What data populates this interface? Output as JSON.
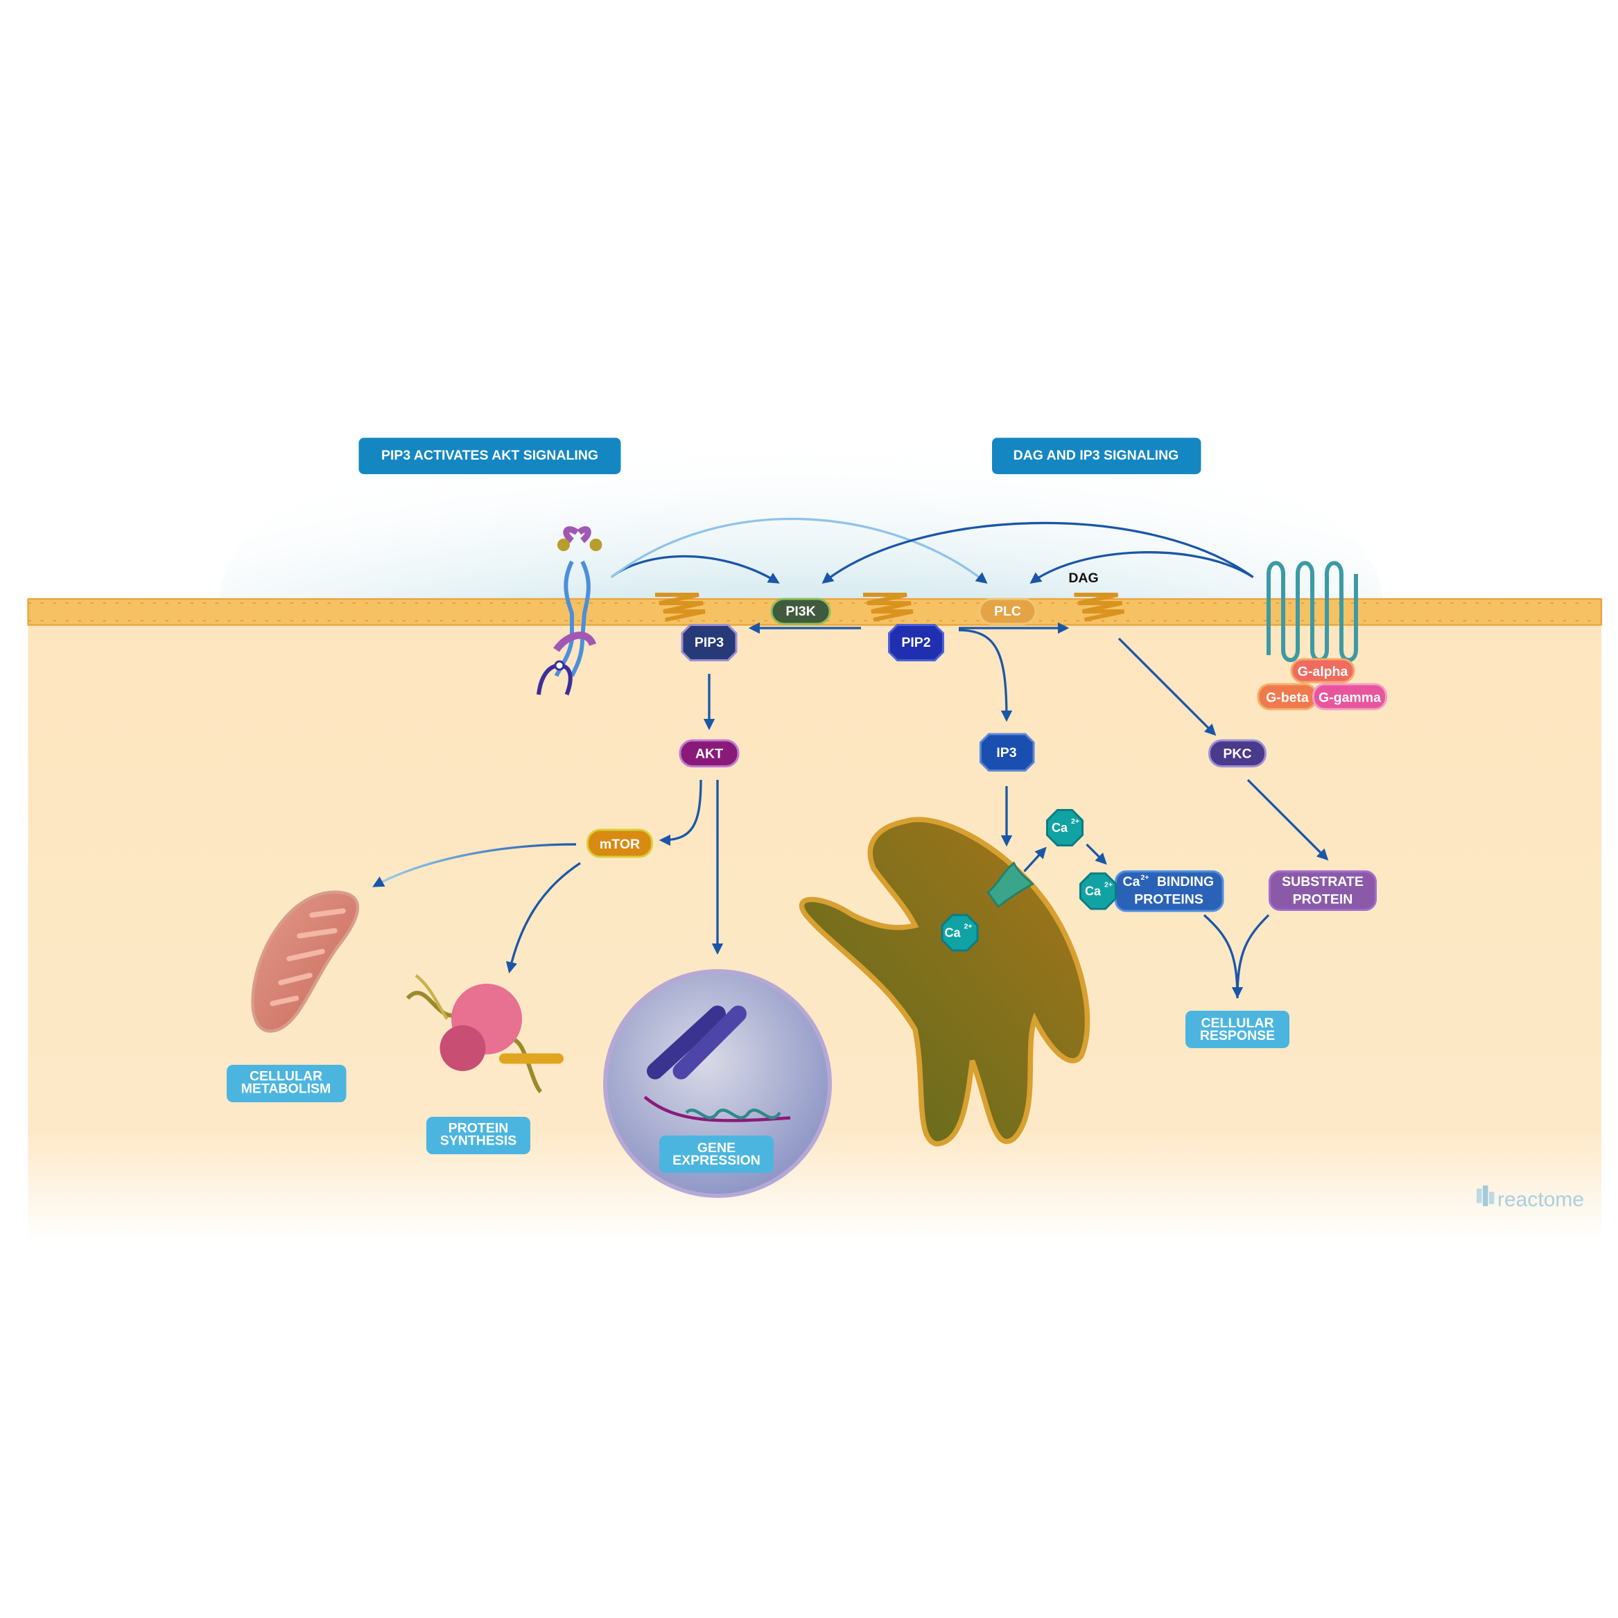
{
  "headers": {
    "left": "PIP3 ACTIVATES AKT SIGNALING",
    "right": "DAG AND IP3 SIGNALING"
  },
  "molecules": {
    "pi3k": "PI3K",
    "plc": "PLC",
    "pip3": "PIP3",
    "pip2": "PIP2",
    "dag": "DAG",
    "akt": "AKT",
    "ip3": "IP3",
    "pkc": "PKC",
    "mtor": "mTOR",
    "g_alpha": "G-alpha",
    "g_beta": "G-beta",
    "g_gamma": "G-gamma",
    "ca_ion": "Ca",
    "ca_charge": "2+",
    "ca_binding_line1_suffix": "BINDING",
    "ca_binding_line2": "PROTEINS",
    "substrate_line1": "SUBSTRATE",
    "substrate_line2": "PROTEIN"
  },
  "outcomes": {
    "metabolism_line1": "CELLULAR",
    "metabolism_line2": "METABOLISM",
    "synthesis_line1": "PROTEIN",
    "synthesis_line2": "SYNTHESIS",
    "gene_line1": "GENE",
    "gene_line2": "EXPRESSION",
    "response_line1": "CELLULAR",
    "response_line2": "RESPONSE"
  },
  "logo": "reactome",
  "colors": {
    "header_bg": "#1487c2",
    "outcome_bg": "#4bb5e0",
    "membrane": "#f6c163",
    "cytoplasm": "#fde8c4",
    "arrow": "#1a56a8"
  }
}
